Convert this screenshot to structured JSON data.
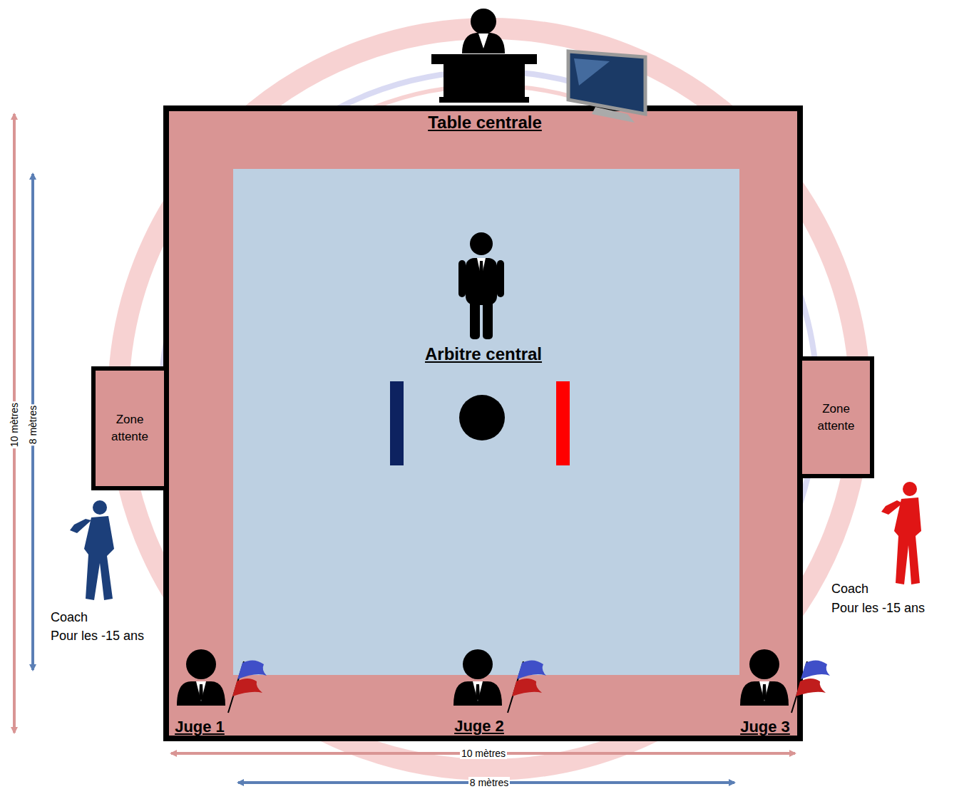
{
  "diagram": {
    "nodes": [
      {
        "text": [
          "Zone attente"
        ]
      },
      {
        "text": [
          "Zone attente"
        ]
      }
    ],
    "labels": [
      "Table centrale",
      "Arbitre central",
      "Coach",
      "Pour les -15 ans",
      "Coach",
      "Pour les -15 ans",
      "Juge 1",
      "Juge 2",
      "Juge 3",
      "10 mètres",
      "8 mètres",
      "10 mètres",
      "8 mètres"
    ]
  }
}
